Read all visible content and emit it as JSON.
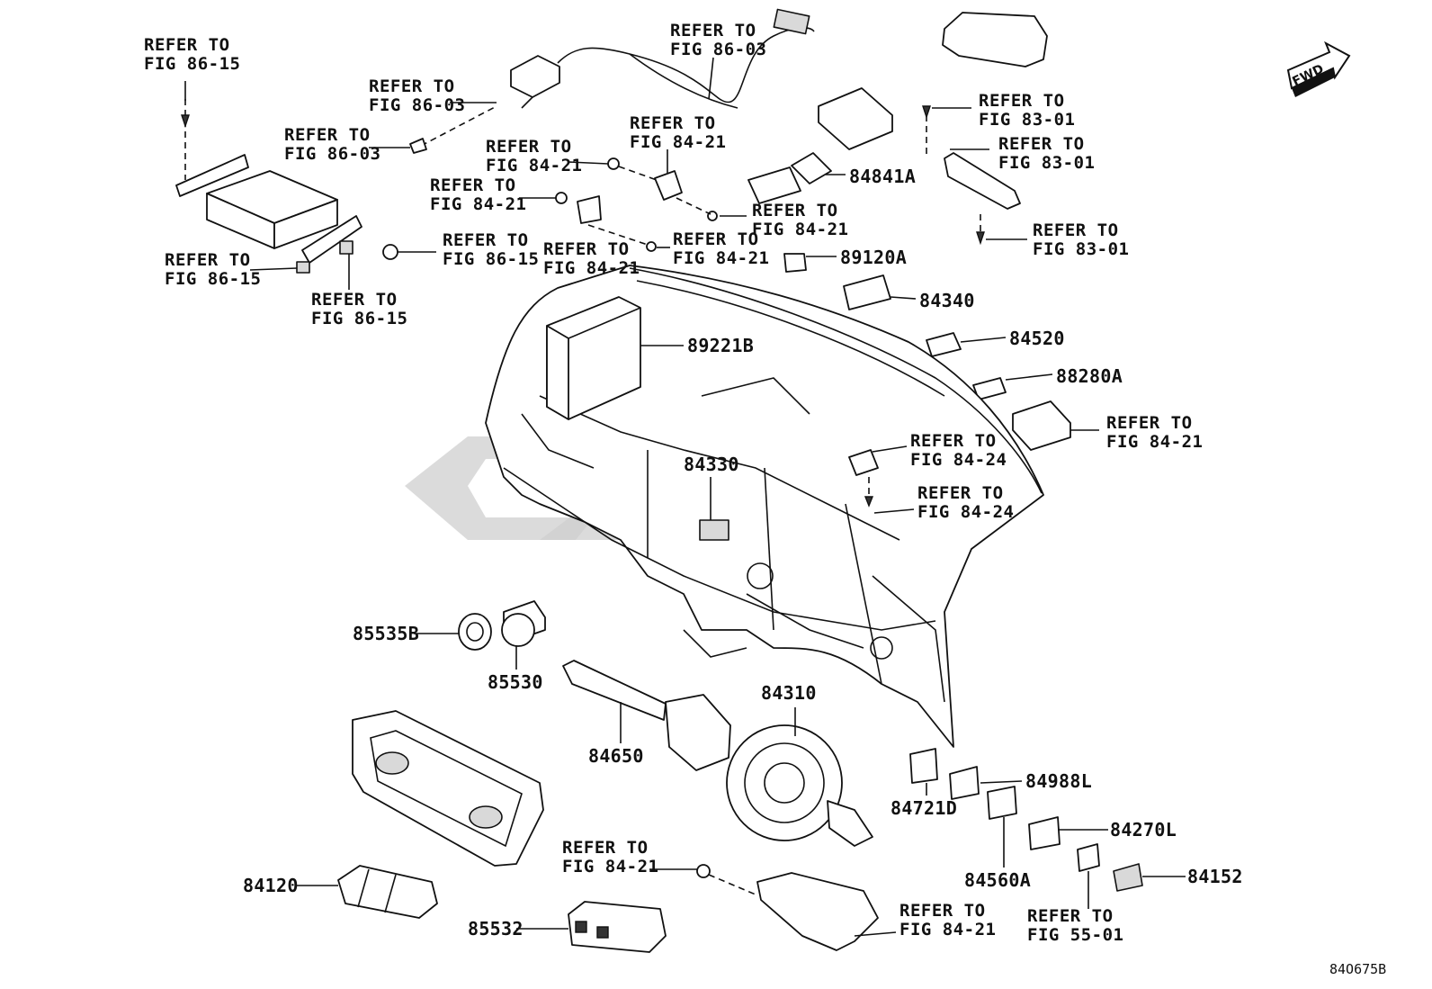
{
  "figure_code": "84O675B",
  "fwd_label": "FWD",
  "refer": {
    "r_86_15_top": "REFER TO\nFIG 86-15",
    "r_86_03_a": "REFER TO\nFIG 86-03",
    "r_86_03_b": "REFER TO\nFIG 86-03",
    "r_86_03_c": "REFER TO\nFIG 86-03",
    "r_84_21_a": "REFER TO\nFIG 84-21",
    "r_84_21_b": "REFER TO\nFIG 84-21",
    "r_84_21_c": "REFER TO\nFIG 84-21",
    "r_84_21_d": "REFER TO\nFIG 84-21",
    "r_84_21_e": "REFER TO\nFIG 84-21",
    "r_84_21_f": "REFER TO\nFIG 84-21",
    "r_84_21_g": "REFER TO\nFIG 84-21",
    "r_84_21_h": "REFER TO\nFIG 84-21",
    "r_84_21_i": "REFER TO\nFIG 84-21",
    "r_86_15_a": "REFER TO\nFIG 86-15",
    "r_86_15_b": "REFER TO\nFIG 86-15",
    "r_86_15_c": "REFER TO\nFIG 86-15",
    "r_83_01_a": "REFER TO\nFIG 83-01",
    "r_83_01_b": "REFER TO\nFIG 83-01",
    "r_83_01_c": "REFER TO\nFIG 83-01",
    "r_84_24_a": "REFER TO\nFIG 84-24",
    "r_84_24_b": "REFER TO\nFIG 84-24",
    "r_55_01": "REFER TO\nFIG 55-01"
  },
  "parts": {
    "p84841A": "84841A",
    "p89120A": "89120A",
    "p84340": "84340",
    "p84520": "84520",
    "p88280A": "88280A",
    "p89221B": "89221B",
    "p84330": "84330",
    "p85535B": "85535B",
    "p85530": "85530",
    "p84310": "84310",
    "p84650": "84650",
    "p84988L": "84988L",
    "p84721D": "84721D",
    "p84270L": "84270L",
    "p84560A": "84560A",
    "p84152": "84152",
    "p84120": "84120",
    "p85532": "85532"
  }
}
